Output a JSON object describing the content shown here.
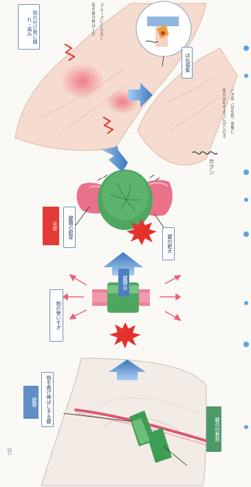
{
  "figure_id": "図1",
  "step1": {
    "tendon_sheath_label": "腱鞘",
    "tendon_note": "指を曲げ伸ばしする腱",
    "flexor_label": "腱の付着部"
  },
  "step2": {
    "overuse_label": "指の使いすぎ"
  },
  "step3": {
    "inflammation_label": "炎症",
    "arrow_label": "腱鞘炎",
    "sheath_thickening_label": "腱鞘の肥厚",
    "tendon_swelling_label": "腱の肥大"
  },
  "step4": {
    "pain_label": "指の付け根に腫れ・痛み",
    "catching_note_line1": "指の曲げ伸ばしが",
    "catching_note_line2": "スムーズにいかない",
    "trigger_label": "ばね現象",
    "sound_label": "カクン",
    "trigger_note_line1": "指がばねのようにはじける",
    "trigger_note_line2": "バネ指（ばね指）状態に"
  },
  "colors": {
    "accent_blue": "#5f8fc6",
    "alert_red": "#e23a36",
    "tendon_green": "#4fa660",
    "sheath_pink": "#e2566d",
    "skin": "#f6dcd0",
    "background": "#fbf9f6"
  }
}
